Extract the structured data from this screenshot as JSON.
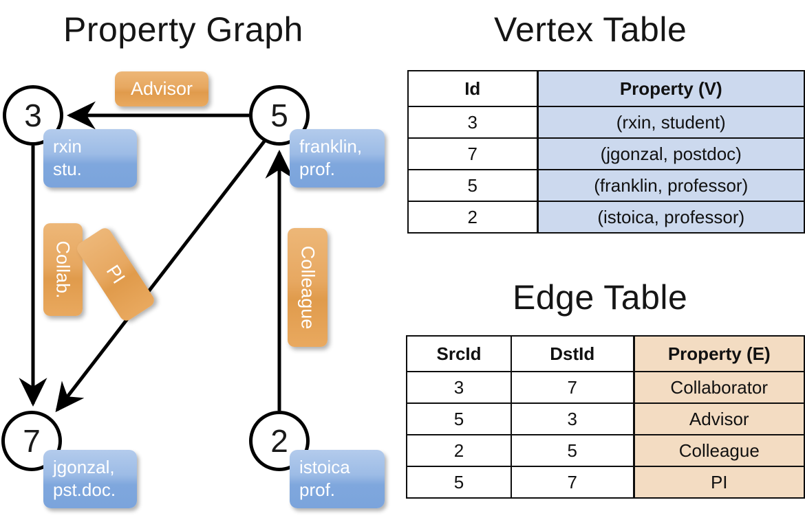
{
  "titles": {
    "property_graph": "Property Graph",
    "vertex_table": "Vertex Table",
    "edge_table": "Edge Table"
  },
  "graph": {
    "nodes": [
      {
        "id": "3",
        "label": "3",
        "property_line1": "rxin",
        "property_line2": "stu."
      },
      {
        "id": "5",
        "label": "5",
        "property_line1": "franklin,",
        "property_line2": "prof."
      },
      {
        "id": "7",
        "label": "7",
        "property_line1": "jgonzal,",
        "property_line2": "pst.doc."
      },
      {
        "id": "2",
        "label": "2",
        "property_line1": "istoica",
        "property_line2": "prof."
      }
    ],
    "edge_labels": [
      {
        "name": "advisor",
        "text": "Advisor"
      },
      {
        "name": "collab",
        "text": "Collab."
      },
      {
        "name": "pi",
        "text": "PI"
      },
      {
        "name": "colleague",
        "text": "Colleague"
      }
    ],
    "colors": {
      "vertex_box": "#9dbce6",
      "edge_box": "#e7a861",
      "node_stroke": "#000000"
    }
  },
  "vertex_table": {
    "columns": [
      "Id",
      "Property (V)"
    ],
    "rows": [
      {
        "id": "3",
        "property": "(rxin, student)"
      },
      {
        "id": "7",
        "property": "(jgonzal, postdoc)"
      },
      {
        "id": "5",
        "property": "(franklin, professor)"
      },
      {
        "id": "2",
        "property": "(istoica, professor)"
      }
    ],
    "header_fill": "#ccd9ee"
  },
  "edge_table": {
    "columns": [
      "SrcId",
      "DstId",
      "Property (E)"
    ],
    "rows": [
      {
        "src": "3",
        "dst": "7",
        "property": "Collaborator"
      },
      {
        "src": "5",
        "dst": "3",
        "property": "Advisor"
      },
      {
        "src": "2",
        "dst": "5",
        "property": "Colleague"
      },
      {
        "src": "5",
        "dst": "7",
        "property": "PI"
      }
    ],
    "header_fill": "#f3dcc2"
  }
}
